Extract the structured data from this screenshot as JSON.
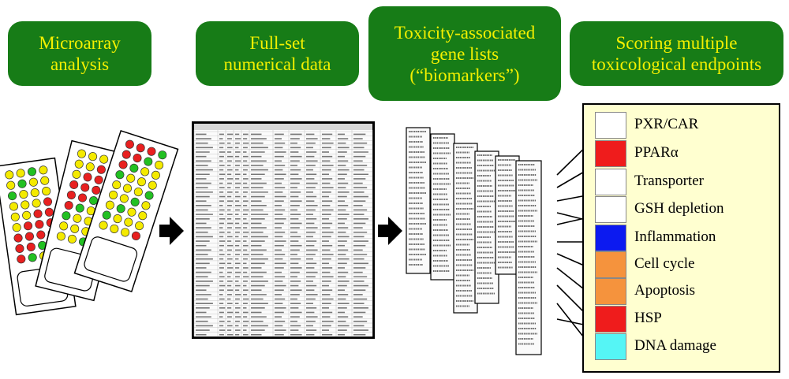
{
  "headers": [
    {
      "key": "microarray",
      "text": "Microarray\nanalysis"
    },
    {
      "key": "fullset",
      "text": "Full-set\nnumerical data"
    },
    {
      "key": "toxicity",
      "text": "Toxicity-associated\ngene lists\n(“biomarkers”)"
    },
    {
      "key": "scoring",
      "text": "Scoring multiple\ntoxicological endpoints"
    }
  ],
  "colors": {
    "header_bg": "#177c17",
    "header_text": "#f3f000",
    "legend_bg": "#ffffd0",
    "dot_red": "#e82020",
    "dot_yellow": "#f4ea00",
    "dot_green": "#22c022"
  },
  "endpoints": [
    {
      "label": "PXR/CAR",
      "color": "#ffffff"
    },
    {
      "label": "PPARα",
      "color": "#ef1c1c"
    },
    {
      "label": "Transporter",
      "color": "#ffffff"
    },
    {
      "label": "GSH depletion",
      "color": "#ffffff"
    },
    {
      "label": "Inflammation",
      "color": "#0c1af0"
    },
    {
      "label": "Cell cycle",
      "color": "#f5933d"
    },
    {
      "label": "Apoptosis",
      "color": "#f5933d"
    },
    {
      "label": "HSP",
      "color": "#ef1c1c"
    },
    {
      "label": "DNA damage",
      "color": "#55f5f5"
    }
  ]
}
